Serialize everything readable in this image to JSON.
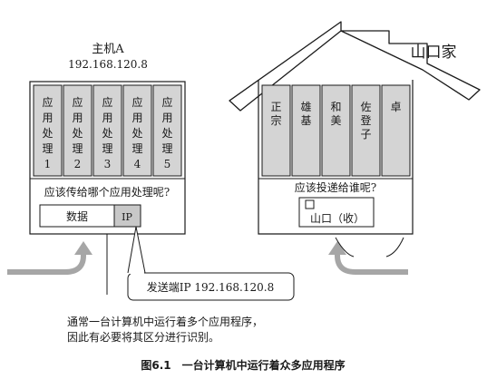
{
  "host": {
    "name": "主机A",
    "ip": "192.168.120.8",
    "apps": [
      "应用处理1",
      "应用处理2",
      "应用处理3",
      "应用处理4",
      "应用处理5"
    ],
    "question": "应该传给哪个应用处理呢?",
    "packet_data": "数据",
    "packet_ip": "IP"
  },
  "house": {
    "family": "山口家",
    "members": [
      "正宗",
      "雄基",
      "和美",
      "佐登子",
      "卓"
    ],
    "question": "应该投递给谁呢?",
    "letter": "山口（收）"
  },
  "callout": "发送端IP 192.168.120.8",
  "note_lines": [
    "通常一台计算机中运行着多个应用程序，",
    "因此有必要将其区分进行识别。"
  ],
  "caption": "图6.1　一台计算机中运行着众多应用程序",
  "colors": {
    "line": "#1a1a1a",
    "shade": "#d4d4d4",
    "arrow": "#a6a6a6",
    "ip_box": "#c8c8c8"
  }
}
